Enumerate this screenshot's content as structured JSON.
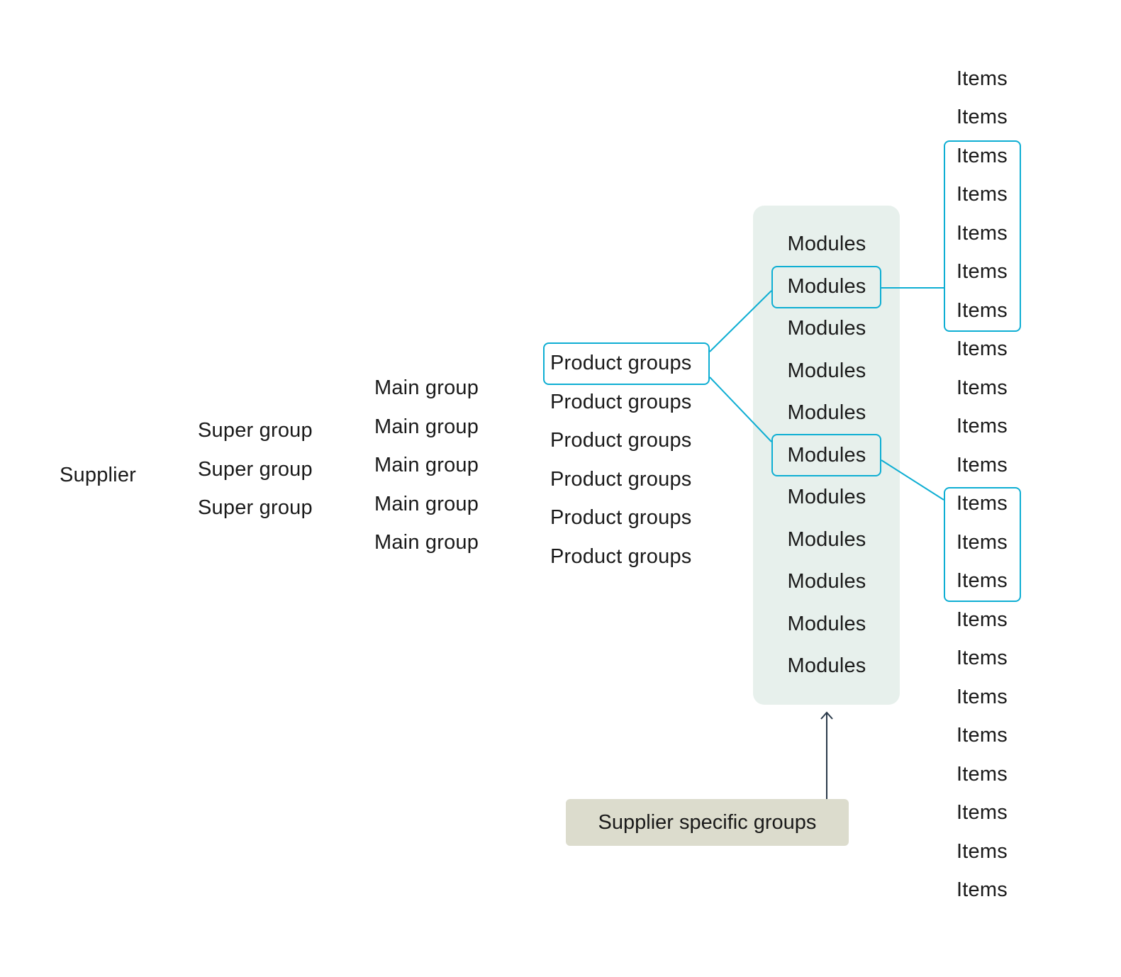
{
  "colors": {
    "accent": "#0eaed3",
    "modules_panel_bg": "#e7f0ec",
    "callout_bg": "#dcdccd",
    "arrow": "#2b3a4a",
    "text": "#1a1a1a"
  },
  "supplier": {
    "label": "Supplier"
  },
  "super_groups": [
    "Super group",
    "Super group",
    "Super group"
  ],
  "main_groups": [
    "Main group",
    "Main group",
    "Main group",
    "Main group",
    "Main group"
  ],
  "product_groups": [
    "Product groups",
    "Product groups",
    "Product groups",
    "Product groups",
    "Product groups",
    "Product groups"
  ],
  "modules": [
    "Modules",
    "Modules",
    "Modules",
    "Modules",
    "Modules",
    "Modules",
    "Modules",
    "Modules",
    "Modules",
    "Modules",
    "Modules"
  ],
  "items": [
    "Items",
    "Items",
    "Items",
    "Items",
    "Items",
    "Items",
    "Items",
    "Items",
    "Items",
    "Items",
    "Items",
    "Items",
    "Items",
    "Items",
    "Items",
    "Items",
    "Items",
    "Items",
    "Items",
    "Items",
    "Items",
    "Items"
  ],
  "highlights": {
    "product_group_index": 0,
    "module_indices": [
      1,
      5
    ],
    "item_ranges": [
      [
        2,
        6
      ],
      [
        11,
        13
      ]
    ]
  },
  "callout": {
    "label": "Supplier specific groups"
  }
}
